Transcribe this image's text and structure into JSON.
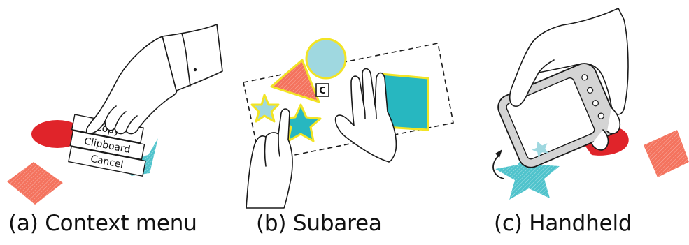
{
  "panels": [
    {
      "caption": "(a)  Context menu",
      "menu_items": [
        "Copy",
        "Clipboard",
        "Cancel"
      ]
    },
    {
      "caption": "(b)  Subarea",
      "marker": "C"
    },
    {
      "caption": "(c)  Handheld"
    }
  ],
  "colors": {
    "red": "#e0242a",
    "salmon": "#f4735e",
    "teal": "#27b7c0",
    "light_teal": "#9fd8e0",
    "yellow_outline": "#f2e424",
    "gray": "#cfcfcf"
  }
}
